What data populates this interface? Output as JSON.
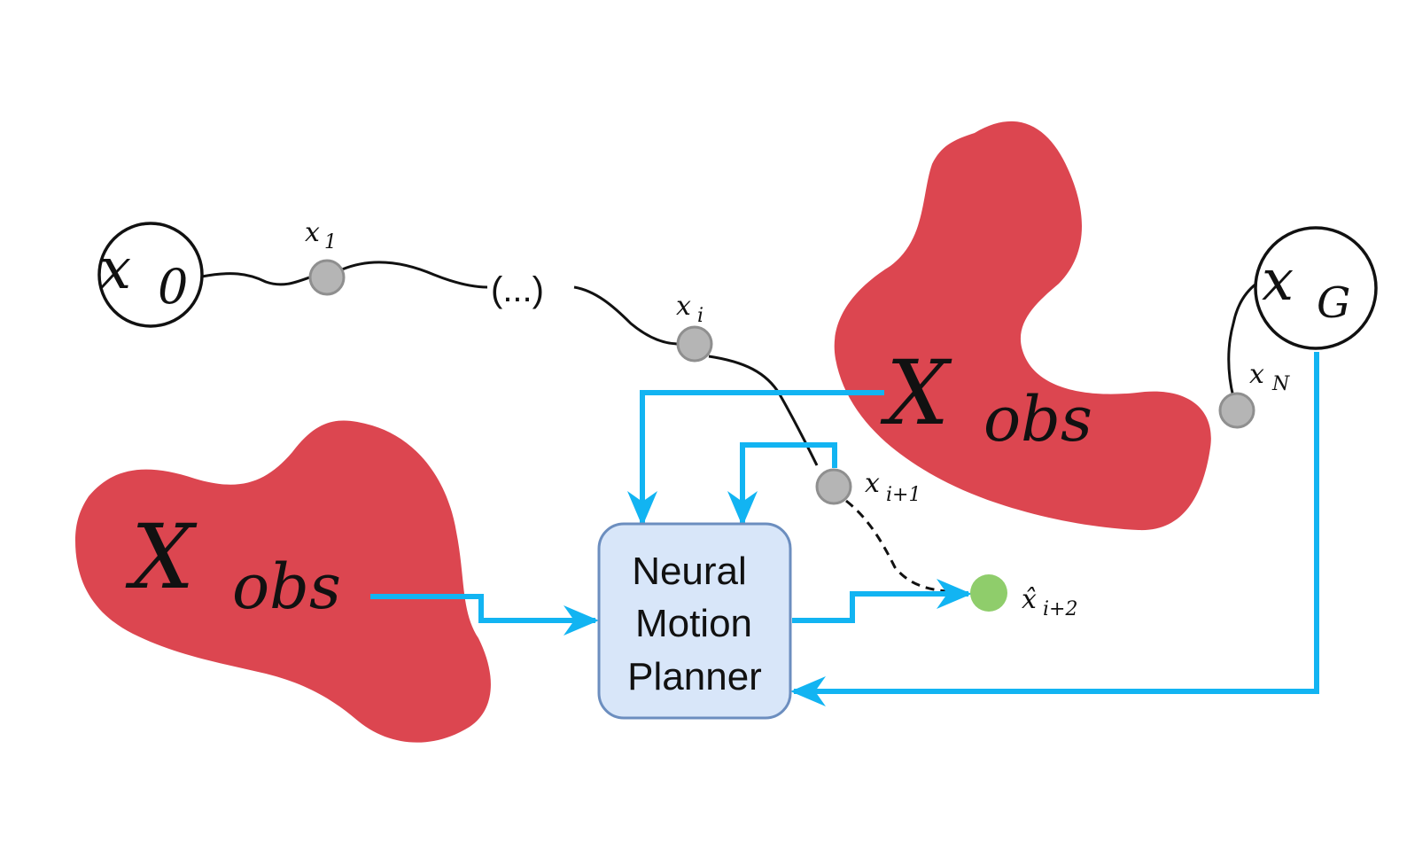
{
  "diagram": {
    "start_node": {
      "var": "x",
      "sub": "0"
    },
    "goal_node": {
      "var": "x",
      "sub": "G"
    },
    "waypoints": {
      "x1": {
        "var": "x",
        "sub": "1"
      },
      "ellipsis": "(...)",
      "xi": {
        "var": "x",
        "sub": "i"
      },
      "xi1": {
        "var": "x",
        "sub": "i+1"
      },
      "xN": {
        "var": "x",
        "sub": "N"
      },
      "xhat": {
        "var": "x̂",
        "sub": "i+2"
      }
    },
    "obstacles": [
      {
        "var": "X",
        "sub": "obs"
      },
      {
        "var": "X",
        "sub": "obs"
      }
    ],
    "planner": {
      "lines": [
        "Neural",
        "Motion",
        "Planner"
      ]
    },
    "colors": {
      "obstacle": "#dc4650",
      "flow_arrow": "#12b4f2",
      "planner_fill": "#d8e6f9",
      "planner_border": "#6c8ebf",
      "waypoint": "#b5b5b5",
      "predicted": "#8fcd6b"
    }
  }
}
